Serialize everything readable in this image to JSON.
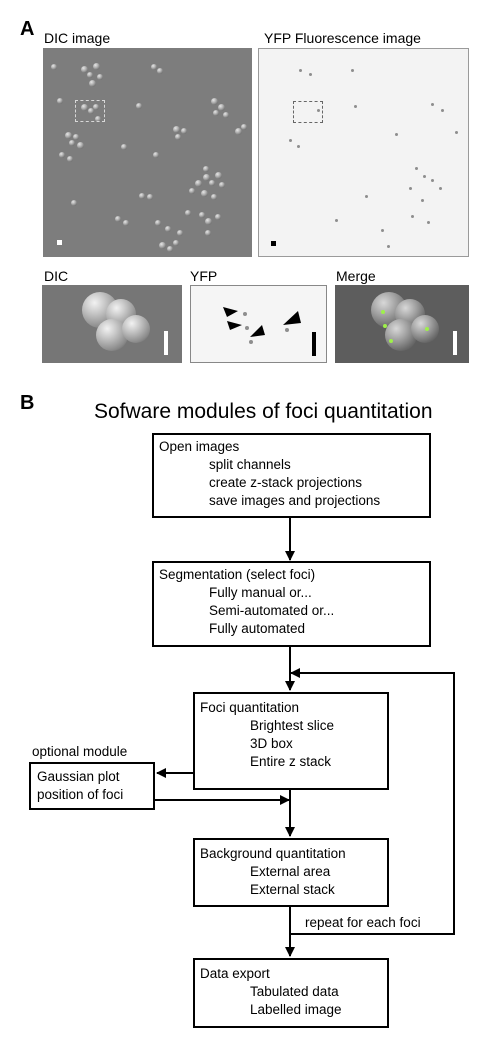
{
  "panel_a": {
    "letter": "A",
    "top_left_caption": "DIC image",
    "top_right_caption": "YFP Fluorescence image",
    "bottom_captions": [
      "DIC",
      "YFP",
      "Merge"
    ]
  },
  "panel_b": {
    "letter": "B",
    "title": "Sofware modules of foci quantitation",
    "boxes": {
      "open_images": {
        "title": "Open images",
        "items": [
          "split channels",
          "create z-stack projections",
          "save images and projections"
        ]
      },
      "segmentation": {
        "title": "Segmentation (select foci)",
        "items": [
          "Fully manual or...",
          "Semi-automated or...",
          "Fully automated"
        ]
      },
      "foci_quantitation": {
        "title": "Foci quantitation",
        "items": [
          "Brightest slice",
          "3D box",
          "Entire z stack"
        ]
      },
      "gaussian": {
        "lines": [
          "Gaussian plot",
          "position of foci"
        ]
      },
      "background": {
        "title": "Background quantitation",
        "items": [
          "External area",
          "External stack"
        ]
      },
      "data_export": {
        "title": "Data export",
        "items": [
          "Tabulated data",
          "Labelled image"
        ]
      }
    },
    "optional_label": "optional module",
    "repeat_label": "repeat for each foci"
  }
}
